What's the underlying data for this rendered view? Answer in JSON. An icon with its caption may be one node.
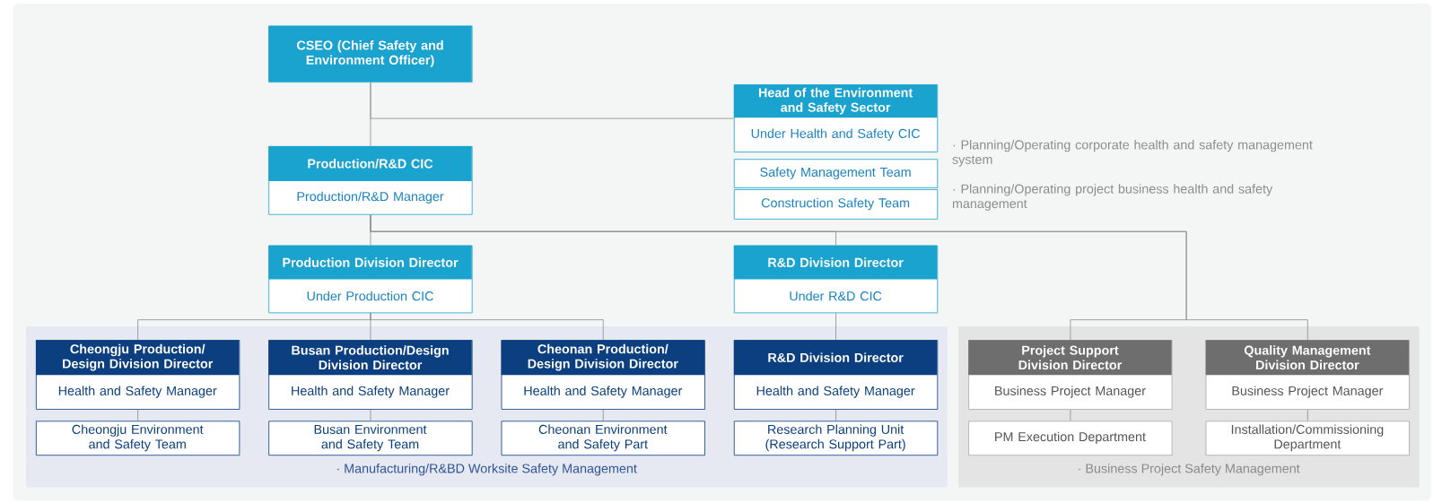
{
  "diagram": {
    "nodes": [
      {
        "text": [
          "CSEO (Chief Safety and Environment Officer)"
        ]
      },
      {
        "text": [
          "Head of the Environment and Safety Sector",
          "Under Health and Safety CIC"
        ],
        "beside": [
          "· Planning/Operating corporate health and safety management system",
          "· Planning/Operating project business health and safety management"
        ]
      },
      {
        "text": [
          "Safety Management Team"
        ]
      },
      {
        "text": [
          "Construction Safety Team"
        ]
      },
      {
        "text": [
          "Production/R&D CIC",
          "Production/R&D Manager"
        ]
      },
      {
        "text": [
          "Production Division Director",
          "Under Production CIC"
        ]
      },
      {
        "text": [
          "R&D Division Director",
          "Under R&D CIC"
        ]
      },
      {
        "text": [
          "· Manufacturing/R&BD Worksite Safety Management"
        ]
      },
      {
        "text": [
          "Cheongju Production/ Design Division Director",
          "Health and Safety Manager"
        ],
        "in": 7
      },
      {
        "text": [
          "Cheongju Environment and Safety Team"
        ],
        "in": 7
      },
      {
        "text": [
          "Busan Production/Design Division Director",
          "Health and Safety Manager"
        ],
        "in": 7
      },
      {
        "text": [
          "Busan Environment and Safety Team"
        ],
        "in": 7
      },
      {
        "text": [
          "Cheonan Production/ Design Division Director",
          "Health and Safety Manager"
        ],
        "in": 7
      },
      {
        "text": [
          "Cheonan Environment and Safety Part"
        ],
        "in": 7
      },
      {
        "text": [
          "R&D Division Director",
          "Health and Safety Manager"
        ],
        "in": 7
      },
      {
        "text": [
          "Research Planning Unit (Research Support Part)"
        ],
        "in": 7
      },
      {
        "text": [
          "· Business Project Safety Management"
        ]
      },
      {
        "text": [
          "Project Support Division Director",
          "Business Project Manager"
        ],
        "in": 16
      },
      {
        "text": [
          "PM Execution Department"
        ],
        "in": 16
      },
      {
        "text": [
          "Quality Management Division Director",
          "Business Project Manager"
        ],
        "in": 16
      },
      {
        "text": [
          "Installation/Commissioning Department"
        ],
        "in": 16
      }
    ],
    "edges": [
      {
        "from": 0,
        "to": 4,
        "arrow": "none"
      },
      {
        "from": 0,
        "to": 1,
        "arrow": "none"
      },
      {
        "from": 4,
        "to": 5,
        "arrow": "none"
      },
      {
        "from": 4,
        "to": 6,
        "arrow": "none"
      },
      {
        "from": 4,
        "to": 17,
        "arrow": "none"
      },
      {
        "from": 4,
        "to": 19,
        "arrow": "none"
      },
      {
        "from": 5,
        "to": 8,
        "arrow": "none"
      },
      {
        "from": 5,
        "to": 10,
        "arrow": "none"
      },
      {
        "from": 5,
        "to": 12,
        "arrow": "none"
      },
      {
        "from": 6,
        "to": 14,
        "arrow": "none"
      },
      {
        "from": 8,
        "to": 9,
        "arrow": "none"
      },
      {
        "from": 10,
        "to": 11,
        "arrow": "none"
      },
      {
        "from": 12,
        "to": 13,
        "arrow": "none"
      },
      {
        "from": 14,
        "to": 15,
        "arrow": "none"
      },
      {
        "from": 17,
        "to": 18,
        "arrow": "none"
      },
      {
        "from": 19,
        "to": 20,
        "arrow": "none"
      }
    ]
  }
}
